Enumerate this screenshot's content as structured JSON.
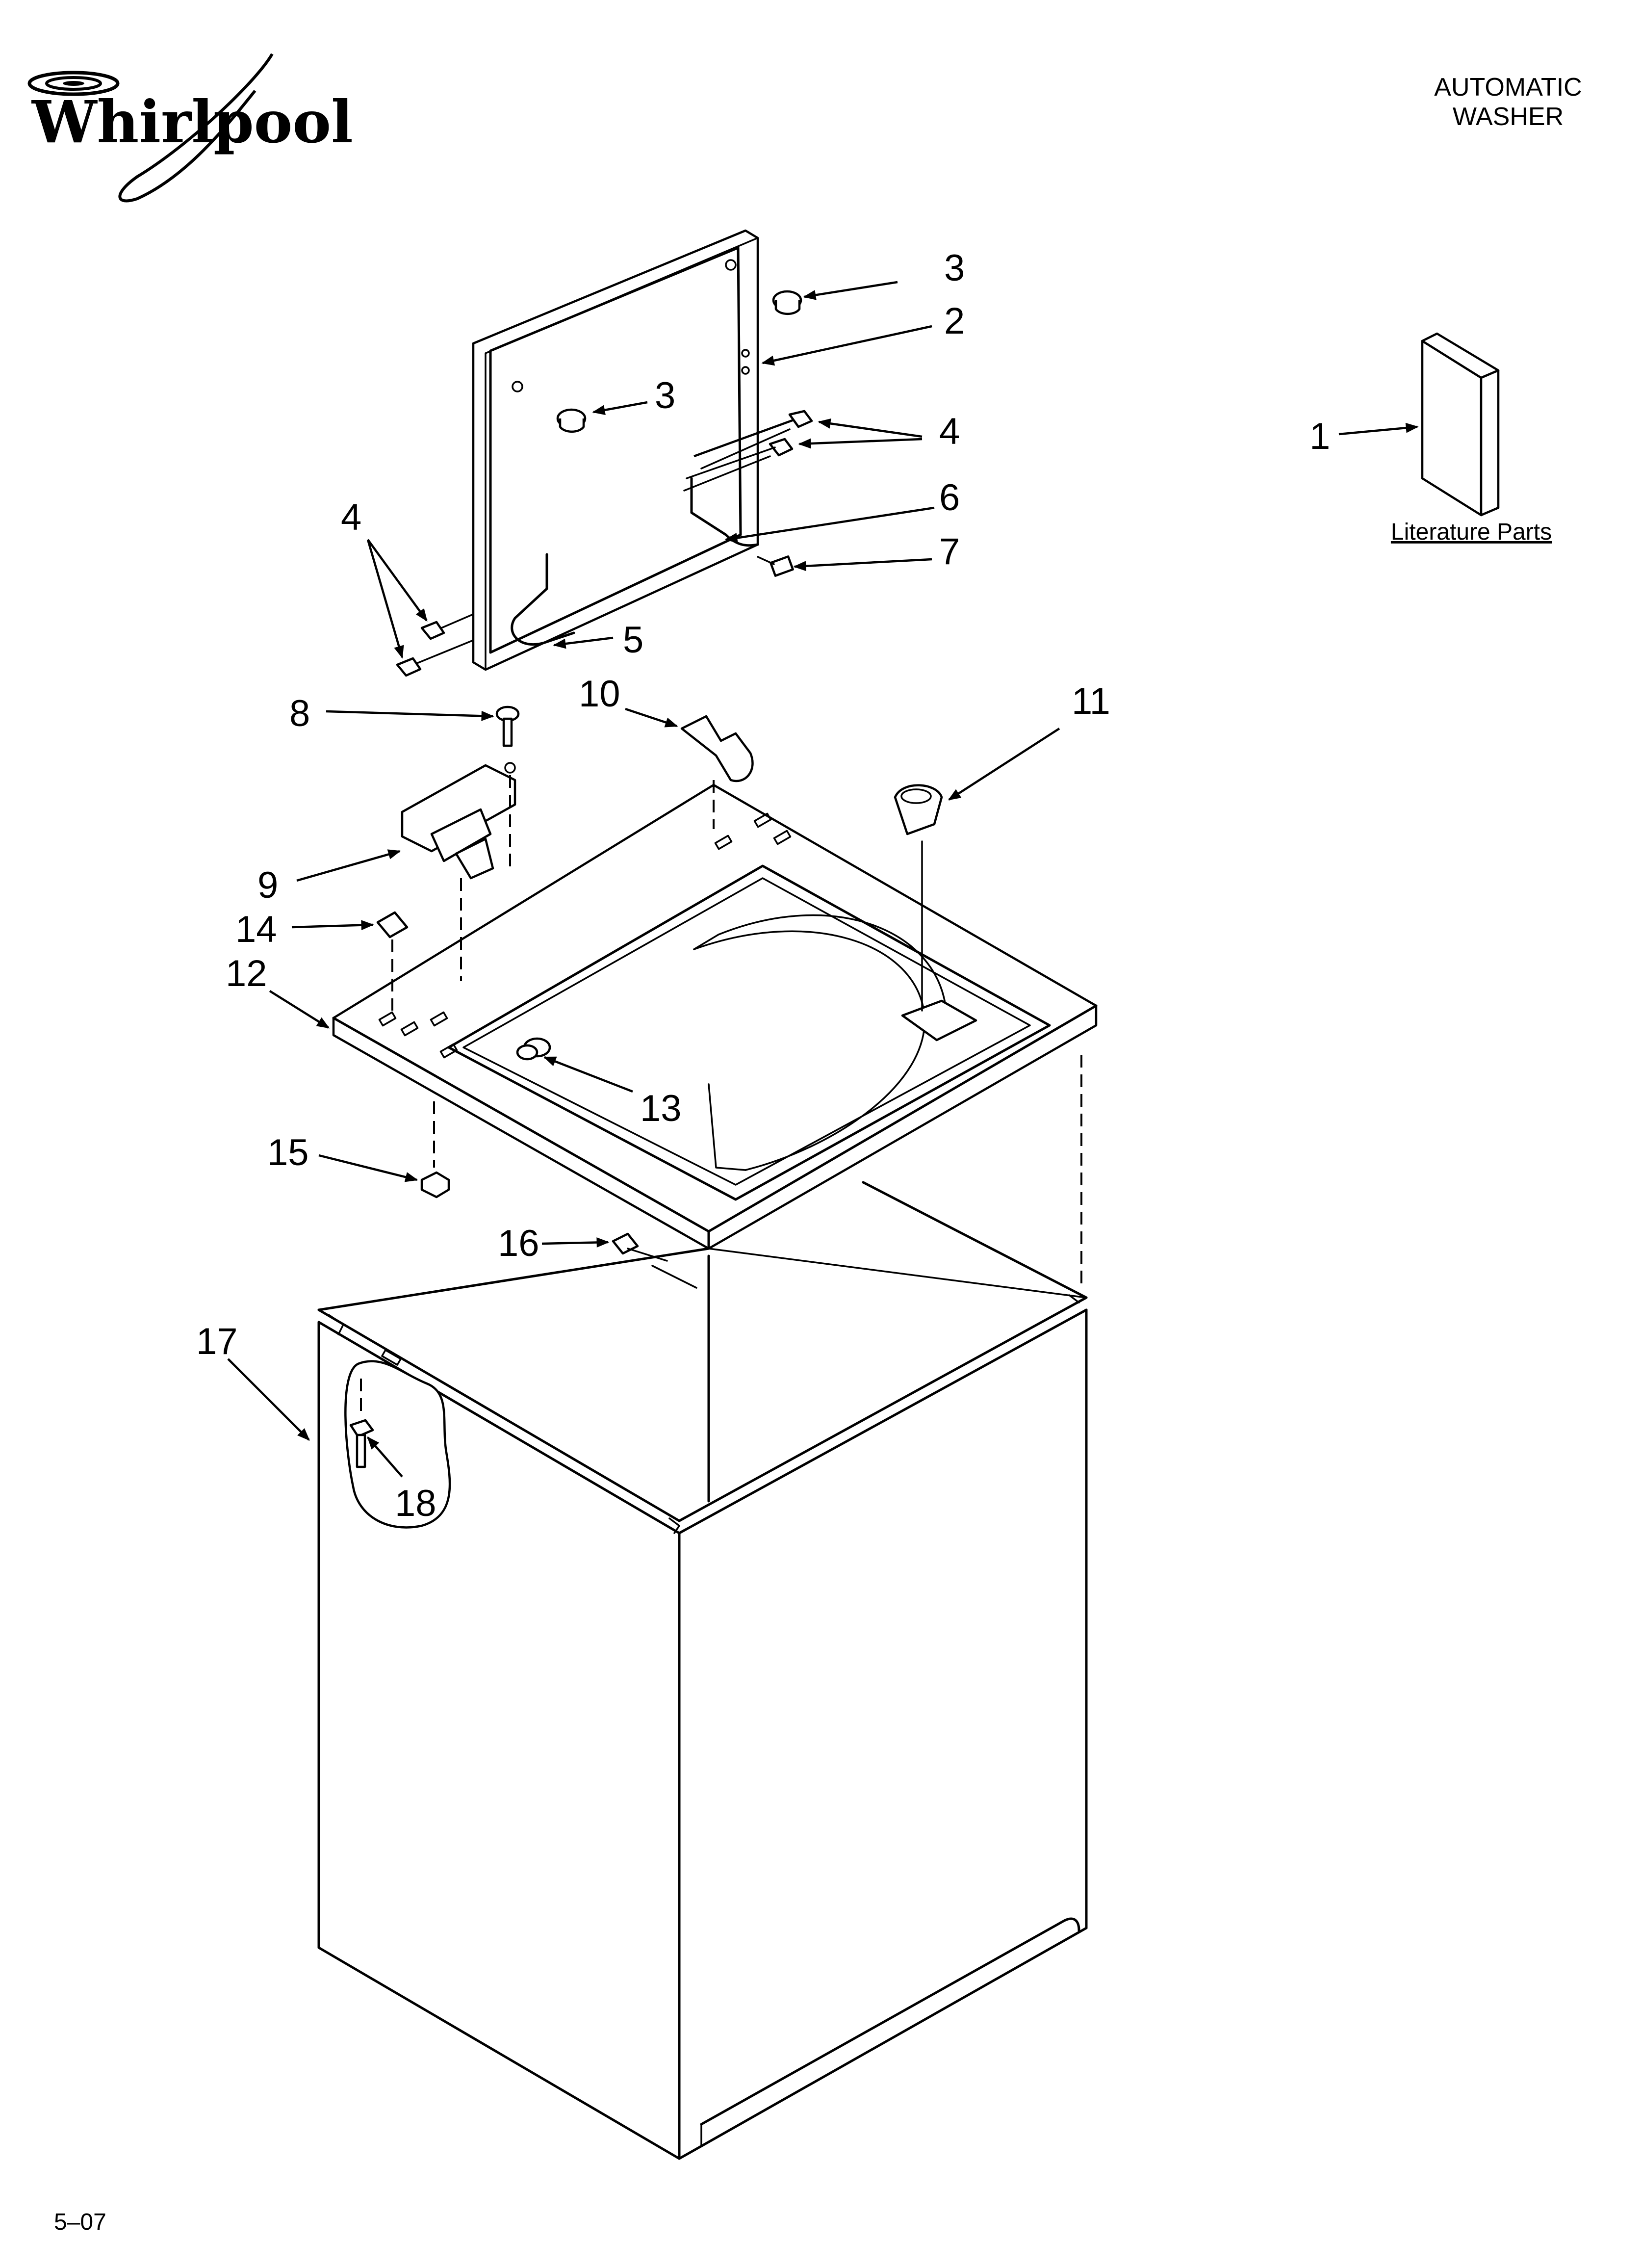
{
  "brand": {
    "name": "Whirlpool"
  },
  "header": {
    "line1": "AUTOMATIC",
    "line2": "WASHER"
  },
  "literature": {
    "label": "Literature Parts"
  },
  "footer": {
    "page_code": "5–07"
  },
  "callouts": {
    "c1": "1",
    "c2": "2",
    "c3a": "3",
    "c3b": "3",
    "c4a": "4",
    "c4b": "4",
    "c5": "5",
    "c6": "6",
    "c7": "7",
    "c8": "8",
    "c9": "9",
    "c10": "10",
    "c11": "11",
    "c12": "12",
    "c13": "13",
    "c14": "14",
    "c15": "15",
    "c16": "16",
    "c17": "17",
    "c18": "18"
  }
}
